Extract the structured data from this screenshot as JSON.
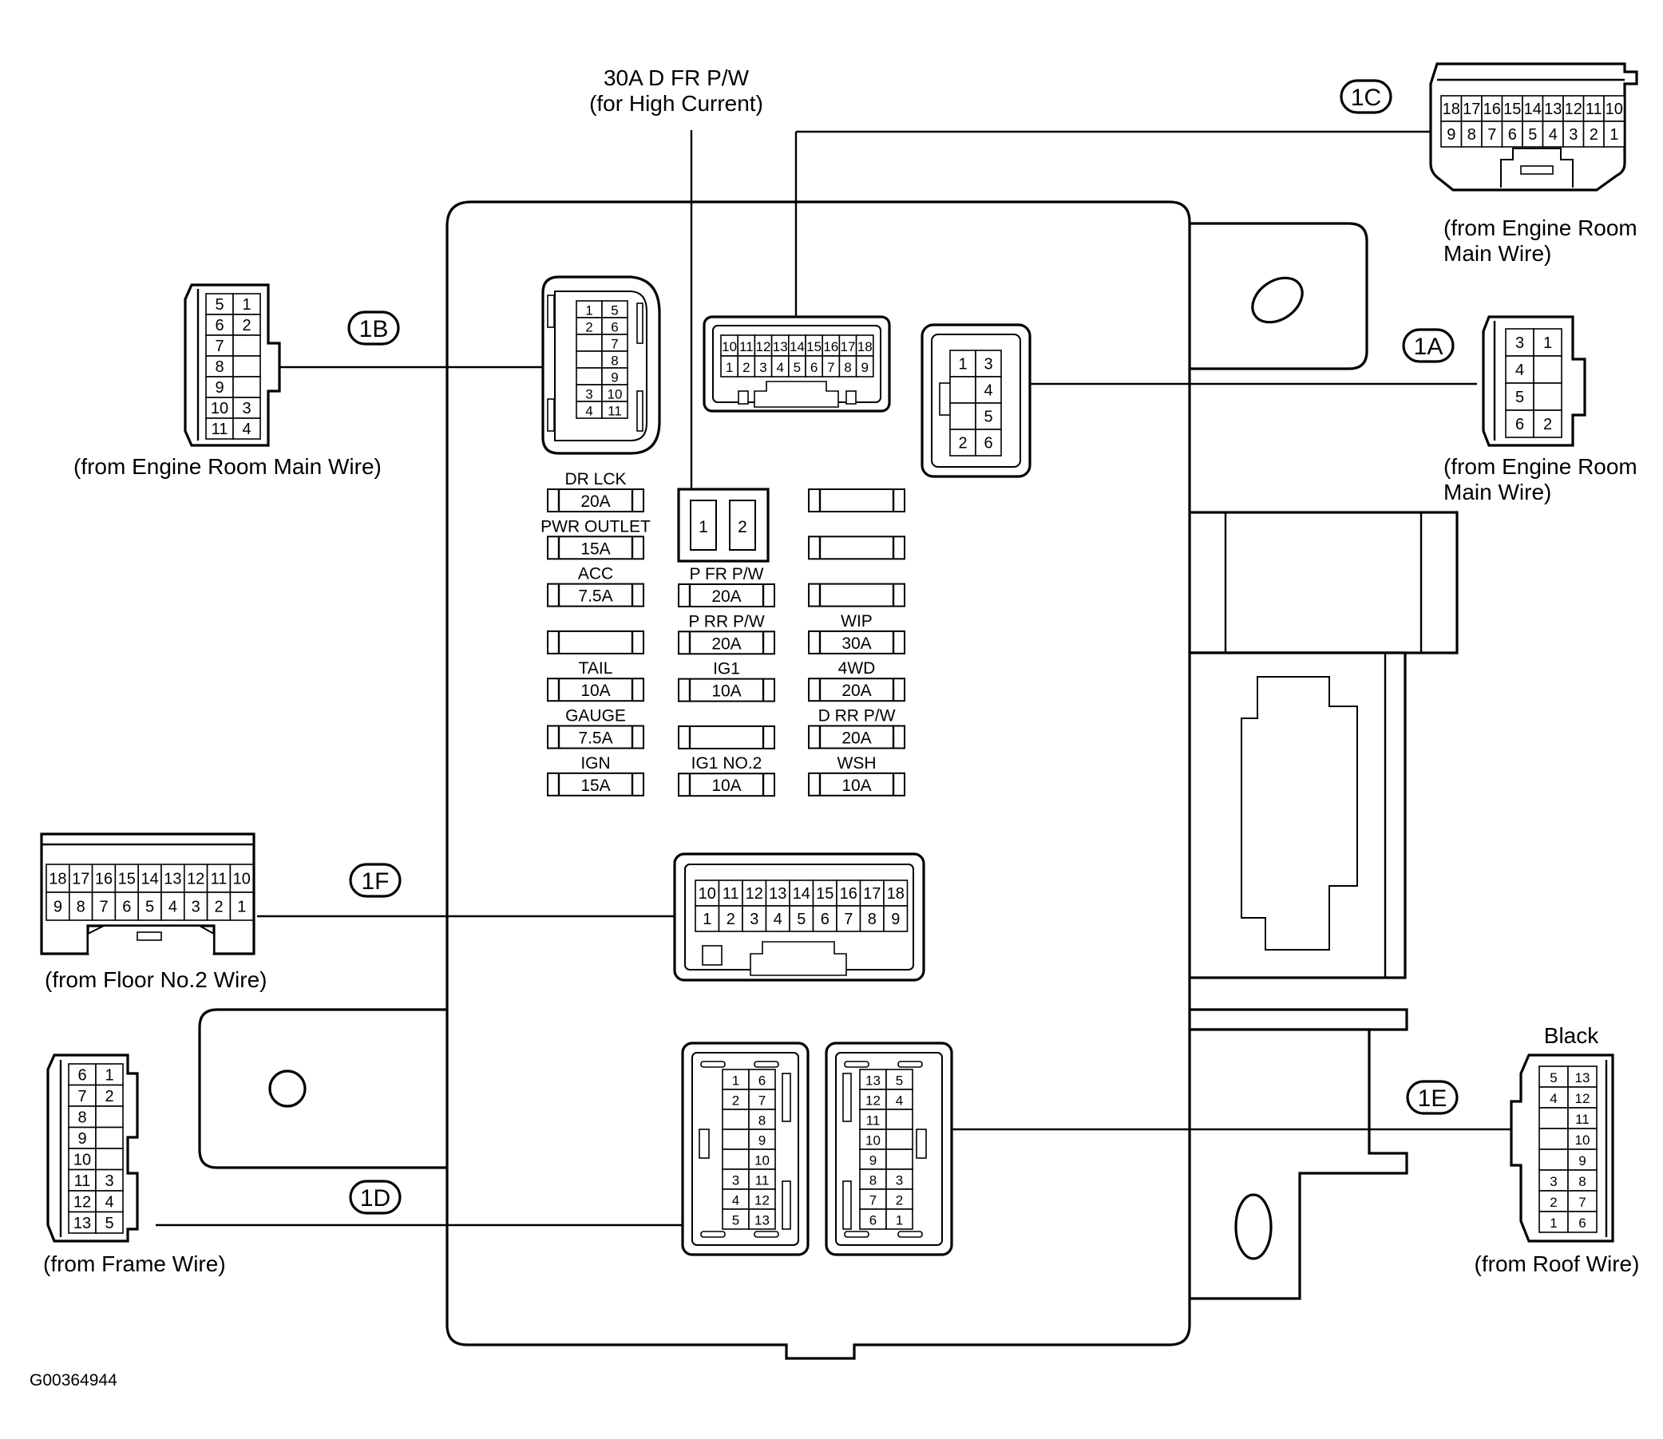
{
  "title": {
    "line1": "30A D FR P/W",
    "line2": "(for High Current)"
  },
  "figure_id": "G00364944",
  "connectors": {
    "c1A": {
      "id": "1A",
      "source_line1": "(from Engine Room",
      "source_line2": "Main Wire)",
      "rows": [
        [
          "3",
          "1"
        ],
        [
          "4",
          ""
        ],
        [
          "5",
          ""
        ],
        [
          "6",
          "2"
        ]
      ]
    },
    "c1B": {
      "id": "1B",
      "source": "(from Engine Room Main Wire)",
      "rows": [
        [
          "5",
          "1"
        ],
        [
          "6",
          "2"
        ],
        [
          "7",
          ""
        ],
        [
          "8",
          ""
        ],
        [
          "9",
          ""
        ],
        [
          "10",
          "3"
        ],
        [
          "11",
          "4"
        ]
      ]
    },
    "c1C": {
      "id": "1C",
      "source_line1": "(from Engine Room",
      "source_line2": "Main Wire)",
      "row_top": [
        "18",
        "17",
        "16",
        "15",
        "14",
        "13",
        "12",
        "11",
        "10"
      ],
      "row_bottom": [
        "9",
        "8",
        "7",
        "6",
        "5",
        "4",
        "3",
        "2",
        "1"
      ]
    },
    "c1D": {
      "id": "1D",
      "source": "(from Frame Wire)",
      "rows": [
        [
          "6",
          "1"
        ],
        [
          "7",
          "2"
        ],
        [
          "8",
          ""
        ],
        [
          "9",
          ""
        ],
        [
          "10",
          ""
        ],
        [
          "11",
          "3"
        ],
        [
          "12",
          "4"
        ],
        [
          "13",
          "5"
        ]
      ]
    },
    "c1E": {
      "id": "1E",
      "color": "Black",
      "source": "(from Roof Wire)",
      "rows": [
        [
          "5",
          "13"
        ],
        [
          "4",
          "12"
        ],
        [
          "",
          "11"
        ],
        [
          "",
          "10"
        ],
        [
          "",
          "9"
        ],
        [
          "3",
          "8"
        ],
        [
          "2",
          "7"
        ],
        [
          "1",
          "6"
        ]
      ]
    },
    "c1F": {
      "id": "1F",
      "source": "(from Floor No.2 Wire)",
      "row_top": [
        "18",
        "17",
        "16",
        "15",
        "14",
        "13",
        "12",
        "11",
        "10"
      ],
      "row_bottom": [
        "9",
        "8",
        "7",
        "6",
        "5",
        "4",
        "3",
        "2",
        "1"
      ]
    }
  },
  "box": {
    "sock_1B": [
      [
        "1",
        "5"
      ],
      [
        "2",
        "6"
      ],
      [
        "",
        "7"
      ],
      [
        "",
        "8"
      ],
      [
        "",
        "9"
      ],
      [
        "3",
        "10"
      ],
      [
        "4",
        "11"
      ]
    ],
    "sock_1C": {
      "row_top": [
        "10",
        "11",
        "12",
        "13",
        "14",
        "15",
        "16",
        "17",
        "18"
      ],
      "row_bottom": [
        "1",
        "2",
        "3",
        "4",
        "5",
        "6",
        "7",
        "8",
        "9"
      ]
    },
    "sock_1A": [
      [
        "1",
        "3"
      ],
      [
        "",
        "4"
      ],
      [
        "",
        "5"
      ],
      [
        "2",
        "6"
      ]
    ],
    "sock_1F": {
      "row_top": [
        "10",
        "11",
        "12",
        "13",
        "14",
        "15",
        "16",
        "17",
        "18"
      ],
      "row_bottom": [
        "1",
        "2",
        "3",
        "4",
        "5",
        "6",
        "7",
        "8",
        "9"
      ]
    },
    "sock_1D": [
      [
        "1",
        "6"
      ],
      [
        "2",
        "7"
      ],
      [
        "",
        "8"
      ],
      [
        "",
        "9"
      ],
      [
        "",
        "10"
      ],
      [
        "3",
        "11"
      ],
      [
        "4",
        "12"
      ],
      [
        "5",
        "13"
      ]
    ],
    "sock_1E": [
      [
        "13",
        "5"
      ],
      [
        "12",
        "4"
      ],
      [
        "11",
        ""
      ],
      [
        "10",
        ""
      ],
      [
        "9",
        ""
      ],
      [
        "8",
        "3"
      ],
      [
        "7",
        "2"
      ],
      [
        "6",
        "1"
      ]
    ],
    "relay_pins": [
      "1",
      "2"
    ],
    "fuses_left": [
      {
        "name": "DR LCK",
        "rating": "20A"
      },
      {
        "name": "PWR OUTLET",
        "rating": "15A"
      },
      {
        "name": "ACC",
        "rating": "7.5A"
      },
      {
        "name": "",
        "rating": ""
      },
      {
        "name": "TAIL",
        "rating": "10A"
      },
      {
        "name": "GAUGE",
        "rating": "7.5A"
      },
      {
        "name": "IGN",
        "rating": "15A"
      }
    ],
    "fuses_middle": [
      {
        "name": "P FR P/W",
        "rating": "20A"
      },
      {
        "name": "P RR P/W",
        "rating": "20A"
      },
      {
        "name": "IG1",
        "rating": "10A"
      },
      {
        "name": "",
        "rating": ""
      },
      {
        "name": "IG1 NO.2",
        "rating": "10A"
      }
    ],
    "fuses_right": [
      {
        "name": "",
        "rating": ""
      },
      {
        "name": "",
        "rating": ""
      },
      {
        "name": "",
        "rating": ""
      },
      {
        "name": "WIP",
        "rating": "30A"
      },
      {
        "name": "4WD",
        "rating": "20A"
      },
      {
        "name": "D RR P/W",
        "rating": "20A"
      },
      {
        "name": "WSH",
        "rating": "10A"
      }
    ]
  }
}
